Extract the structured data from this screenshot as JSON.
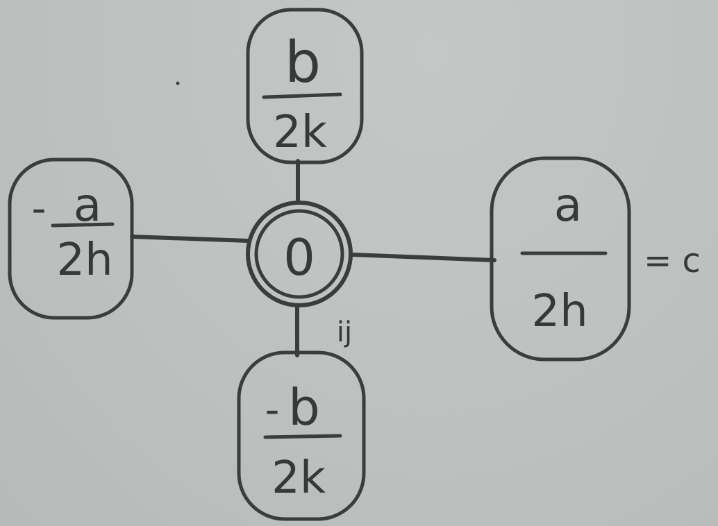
{
  "stencil": {
    "center": {
      "label": "0"
    },
    "top": {
      "sign": "",
      "numerator": "b",
      "denominator": "2k"
    },
    "bottom": {
      "sign": "-",
      "numerator": "b",
      "denominator": "2k"
    },
    "left": {
      "sign": "-",
      "numerator": "a",
      "denominator": "2h"
    },
    "right": {
      "sign": "",
      "numerator": "a",
      "denominator": "2h"
    },
    "index_label": "ij",
    "equals_label": "= c"
  }
}
